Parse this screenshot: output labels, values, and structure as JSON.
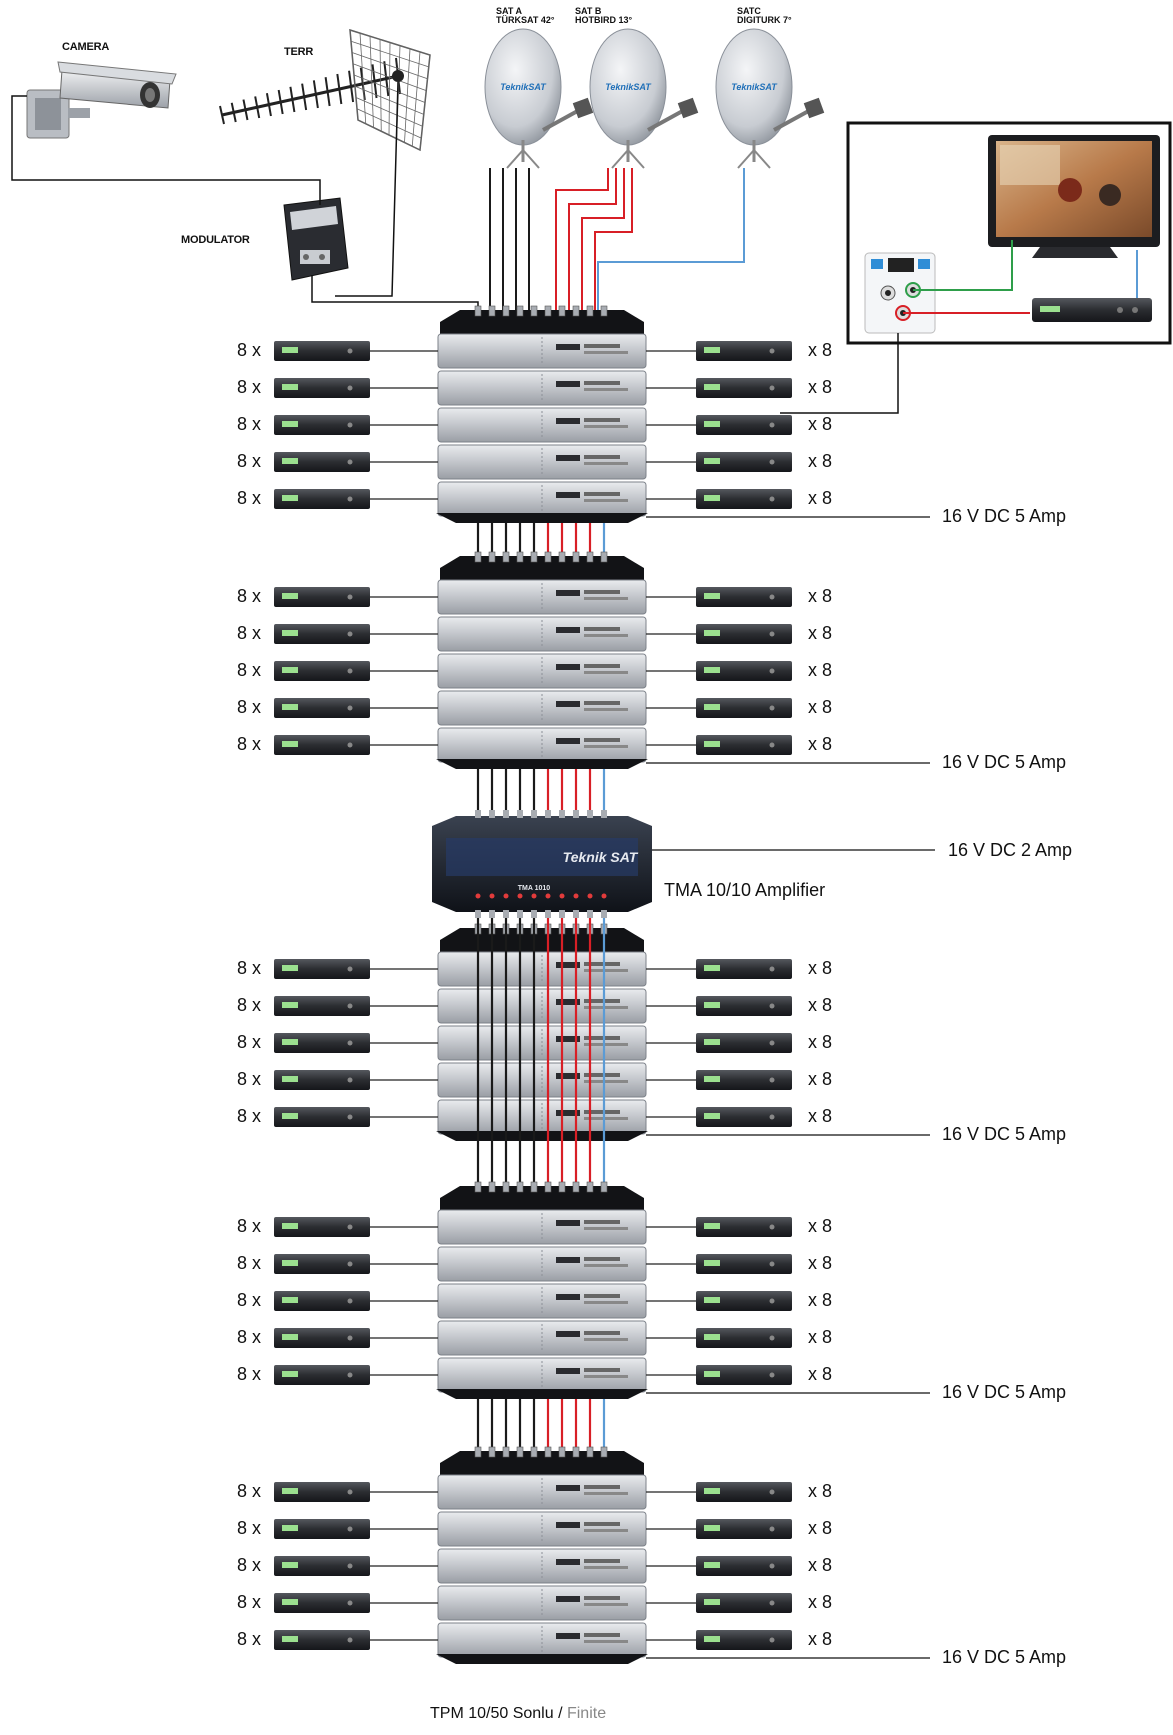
{
  "sources": {
    "camera": "CAMERA",
    "terr": "TERR",
    "modulator": "MODULATOR",
    "sat_a_line1": "SAT A",
    "sat_a_line2": "TÜRKSAT 42°",
    "sat_b_line1": "SAT B",
    "sat_b_line2": "HOTBIRD 13°",
    "sat_c_line1": "SATC",
    "sat_c_line2": "DIGITURK 7°",
    "dish_brand": "TeknikSAT"
  },
  "amplifier": {
    "label": "TMA 10/10 Amplifier",
    "brand": "Teknik SAT",
    "model": "TMA 1010",
    "power": "16 V DC 2 Amp"
  },
  "group_power": "16 V DC 5 Amp",
  "count_left": "8 x",
  "count_right": "x 8",
  "caption_main": "TPM 10/50 Sonlu / ",
  "caption_finite": "Finite",
  "colors": {
    "cable_black": "#1a1a1a",
    "cable_red": "#d81f26",
    "cable_blue": "#5b9bd5",
    "cable_green": "#2e9e4a",
    "switch_body": "#c9ccd1",
    "receiver_body": "#2a2c30",
    "amplifier_body": "#20242c"
  }
}
